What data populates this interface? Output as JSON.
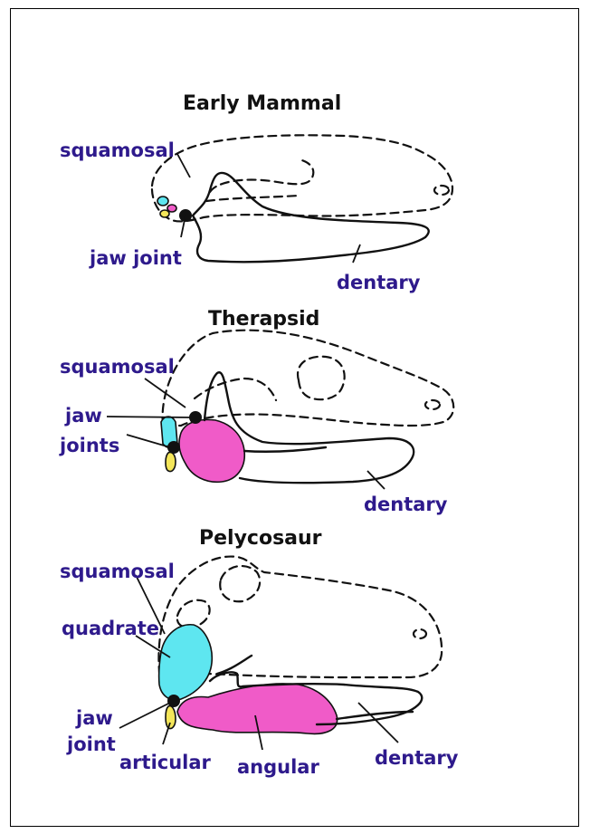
{
  "colors": {
    "label": "#2e1a8c",
    "quadrate": "#5ee6f0",
    "angular": "#f05bc8",
    "articular": "#f4e65a"
  },
  "panels": {
    "early_mammal": {
      "title": "Early Mammal",
      "labels": {
        "squamosal": "squamosal",
        "jaw_joint": "jaw joint",
        "dentary": "dentary"
      }
    },
    "therapsid": {
      "title": "Therapsid",
      "labels": {
        "squamosal": "squamosal",
        "jaw": "jaw",
        "joints": "joints",
        "dentary": "dentary"
      }
    },
    "pelycosaur": {
      "title": "Pelycosaur",
      "labels": {
        "squamosal": "squamosal",
        "quadrate": "quadrate",
        "jaw": "jaw",
        "joint": "joint",
        "articular": "articular",
        "angular": "angular",
        "dentary": "dentary"
      }
    }
  }
}
